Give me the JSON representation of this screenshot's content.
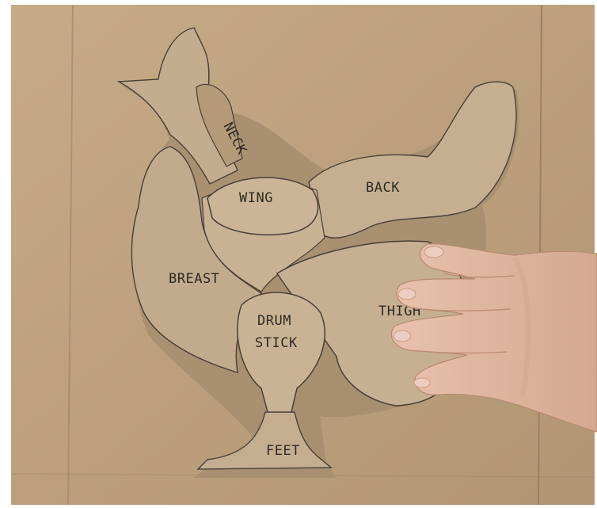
{
  "colors": {
    "frame": "#ffffff",
    "board": "#bfa583",
    "board_shade": "#b09574",
    "board_seam": "#8f7658",
    "piece": "#c3ad8e",
    "piece_shade": "#9c876b",
    "piece_edge": "#4a3f35",
    "ink": "#2e2a24",
    "hand": "#e3b9a2",
    "hand_shade": "#c99a82",
    "nail": "#eccdbf"
  },
  "labels": {
    "neck": "NECK",
    "wing": "WING",
    "back": "BACK",
    "breast": "BREAST",
    "drumstick_line1": "DRUM",
    "drumstick_line2": "STICK",
    "thigh": "THIGH",
    "feet": "FEET"
  },
  "scene": {
    "subject": "cardboard-chicken-puzzle",
    "hand": "right-hand-holding-thigh-piece"
  }
}
